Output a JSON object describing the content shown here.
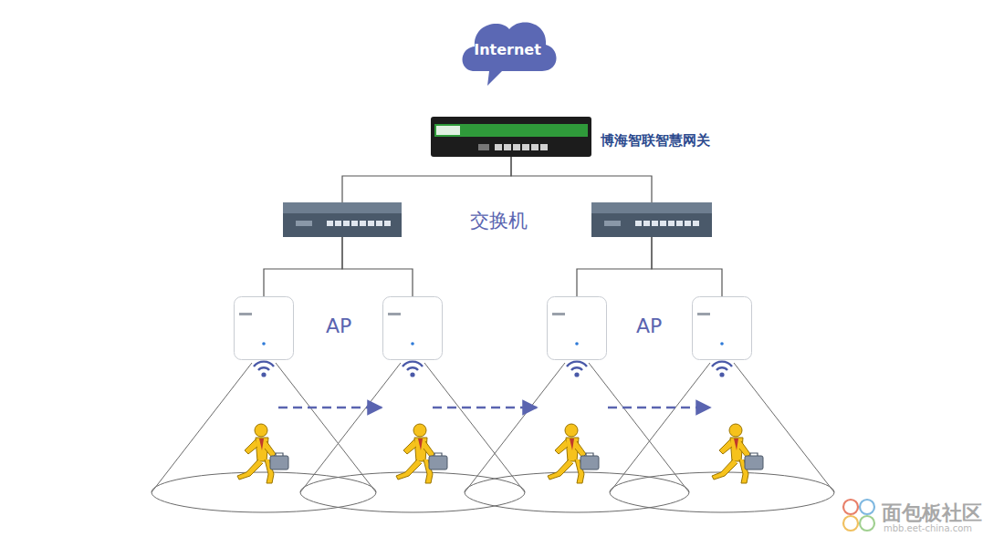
{
  "diagram": {
    "nodes": [
      {
        "text": [
          "Internet"
        ]
      },
      {
        "text": [
          "博海智联智慧网关"
        ]
      },
      {
        "text": []
      },
      {
        "text": []
      },
      {
        "text": []
      },
      {
        "text": []
      },
      {
        "text": []
      },
      {
        "text": []
      }
    ],
    "edges": [
      {
        "from": 1,
        "to": 2,
        "arrow": "none"
      },
      {
        "from": 1,
        "to": 3,
        "arrow": "none"
      },
      {
        "from": 2,
        "to": 4,
        "arrow": "none"
      },
      {
        "from": 2,
        "to": 5,
        "arrow": "none"
      },
      {
        "from": 3,
        "to": 6,
        "arrow": "none"
      },
      {
        "from": 3,
        "to": 7,
        "arrow": "none"
      }
    ],
    "labels": [
      "交换机",
      "AP",
      "AP",
      "面包板社区",
      "mbb.eet-china.com"
    ]
  }
}
